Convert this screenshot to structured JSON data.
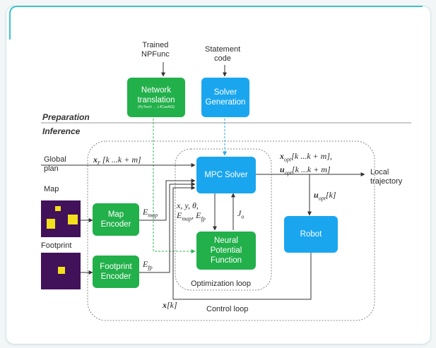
{
  "inputs": {
    "trained_npfunc": "Trained\nNPFunc",
    "statement_code": "Statement\ncode",
    "global_plan": "Global\nplan",
    "map": "Map",
    "footprint": "Footprint"
  },
  "boxes": {
    "network_translation": {
      "label": "Network\ntranslation",
      "sub": "(PyTorch → L4CasADi)"
    },
    "solver_generation": "Solver\nGeneration",
    "mpc_solver": "MPC Solver",
    "neural_potential_function": "Neural\nPotential\nFunction",
    "map_encoder": "Map\nEncoder",
    "footprint_encoder": "Footprint\nEncoder",
    "robot": "Robot"
  },
  "sections": {
    "preparation": "Preparation",
    "inference": "Inference"
  },
  "loops": {
    "optimization": "Optimization loop",
    "control": "Control loop"
  },
  "math": {
    "xr": "x_r [k ...k + m]",
    "xopt": "x_opt[k ...k + m],",
    "uopt_seq": "u_opt[k ...k + m]",
    "uopt_k": "u_opt[k]",
    "e_map": "E_map",
    "e_fp": "E_fp",
    "state_vars": "x, y, θ,\nE_map, E_fp",
    "j_o": "J_o",
    "x_k": "x[k]"
  },
  "outputs": {
    "local_trajectory": "Local\ntrajectory"
  },
  "colors": {
    "green": "#22b04a",
    "blue": "#1aa6ef",
    "map_bg": "#41115a",
    "map_obstacle": "#f2e01c",
    "card_accent": "#3cc4c8"
  }
}
